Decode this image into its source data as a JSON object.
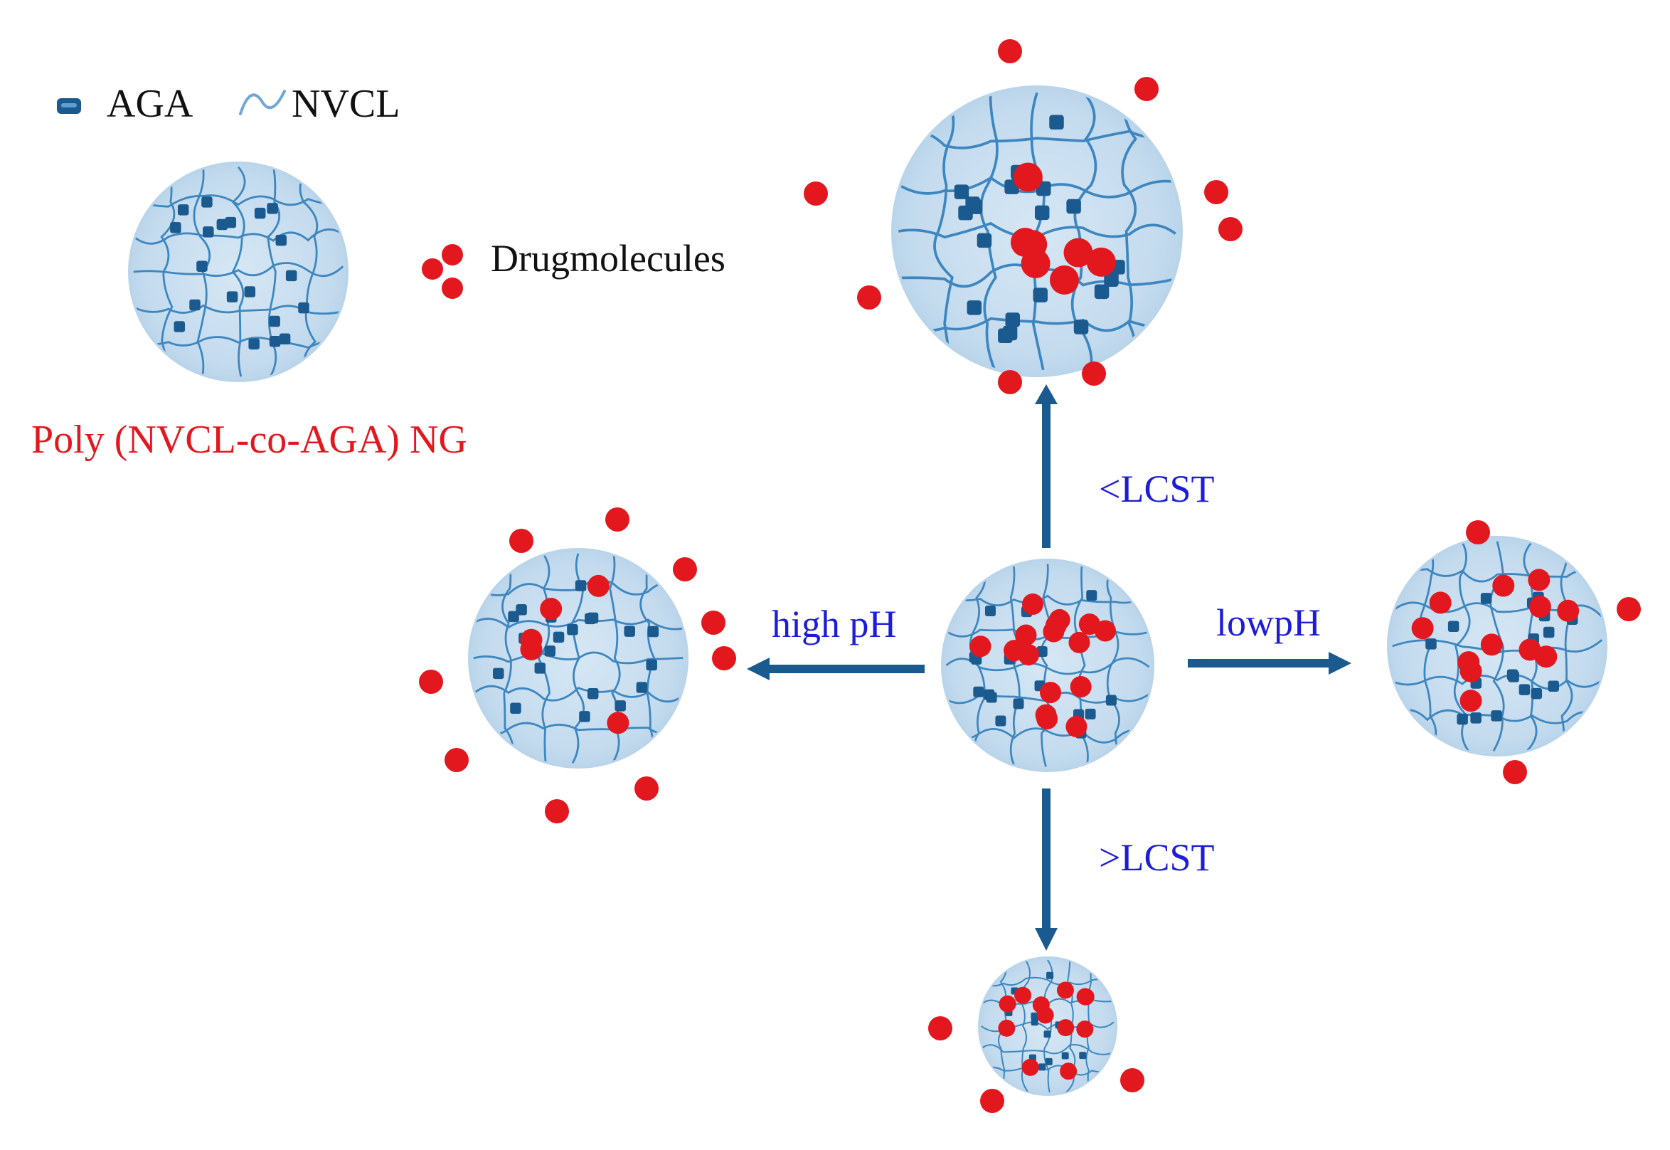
{
  "legend": {
    "aga": {
      "label": "AGA",
      "icon": "aga-unit-icon"
    },
    "nvcl": {
      "label": "NVCL",
      "icon": "nvcl-chain-icon"
    },
    "drug": {
      "label": "Drugmolecules",
      "icon": "drug-molecules-icon"
    }
  },
  "nanogel_label": "Poly (NVCL-co-AGA) NG",
  "conditions": {
    "below_lcst": "<LCST",
    "above_lcst": ">LCST",
    "high_ph": "high pH",
    "low_ph": "lowpH"
  },
  "colors": {
    "gel_fill": "#c9deef",
    "network": "#3d86bf",
    "aga": "#1b5a8e",
    "drug": "#e3171e",
    "arrow": "#1b5a8e",
    "condition_text": "#1d1dd8",
    "title_text": "#e3171e"
  }
}
